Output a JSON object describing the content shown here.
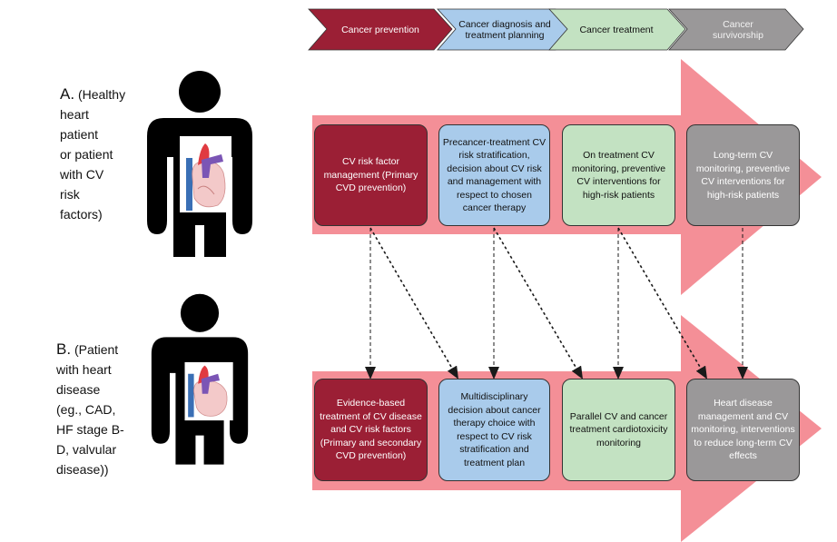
{
  "colors": {
    "prevention": "#9b1f35",
    "diagnosis": "#a9cbeb",
    "treatment": "#c3e2c2",
    "survivorship": "#9a9899",
    "arrow_band": "#f48f97",
    "text_dark": "#111111",
    "text_light": "#ffffff"
  },
  "phases": [
    {
      "id": "prevention",
      "label": "Cancer prevention"
    },
    {
      "id": "diagnosis",
      "label": "Cancer diagnosis and treatment planning"
    },
    {
      "id": "treatment",
      "label": "Cancer treatment"
    },
    {
      "id": "survivorship",
      "label": "Cancer survivorship"
    }
  ],
  "rows": [
    {
      "id": "A",
      "letter": "A.",
      "label_lines": [
        "(Healthy",
        "heart",
        "patient",
        "or patient",
        "with CV",
        "risk",
        "factors)"
      ],
      "figure_icon": "person-with-heart-icon",
      "boxes": [
        "CV risk factor management (Primary CVD prevention)",
        "Precancer-treatment CV risk stratification, decision about CV risk and management with respect to chosen cancer therapy",
        "On treatment CV monitoring, preventive CV interventions for high-risk patients",
        "Long-term CV monitoring, preventive CV interventions for high-risk patients"
      ]
    },
    {
      "id": "B",
      "letter": "B.",
      "label_lines": [
        "(Patient",
        "with heart",
        "disease",
        "(eg., CAD,",
        "HF stage B-",
        "D, valvular",
        "disease))"
      ],
      "figure_icon": "person-with-heart-icon",
      "boxes": [
        "Evidence-based treatment of CV disease and CV risk factors (Primary and secondary CVD prevention)",
        "Multidisciplinary decision about cancer therapy choice with respect to CV risk stratification and treatment plan",
        "Parallel CV and cancer treatment cardiotoxicity monitoring",
        "Heart disease management and CV monitoring, interventions to reduce long-term CV effects"
      ]
    }
  ],
  "connections": [
    {
      "from": "A.0",
      "to": "B.0",
      "style": "dashed-vertical"
    },
    {
      "from": "A.0",
      "to": "B.1",
      "style": "dashed-diagonal"
    },
    {
      "from": "A.1",
      "to": "B.1",
      "style": "dashed-vertical"
    },
    {
      "from": "A.1",
      "to": "B.2",
      "style": "dashed-diagonal"
    },
    {
      "from": "A.2",
      "to": "B.2",
      "style": "dashed-vertical"
    },
    {
      "from": "A.2",
      "to": "B.3",
      "style": "dashed-diagonal"
    },
    {
      "from": "A.3",
      "to": "B.3",
      "style": "dashed-vertical"
    }
  ]
}
